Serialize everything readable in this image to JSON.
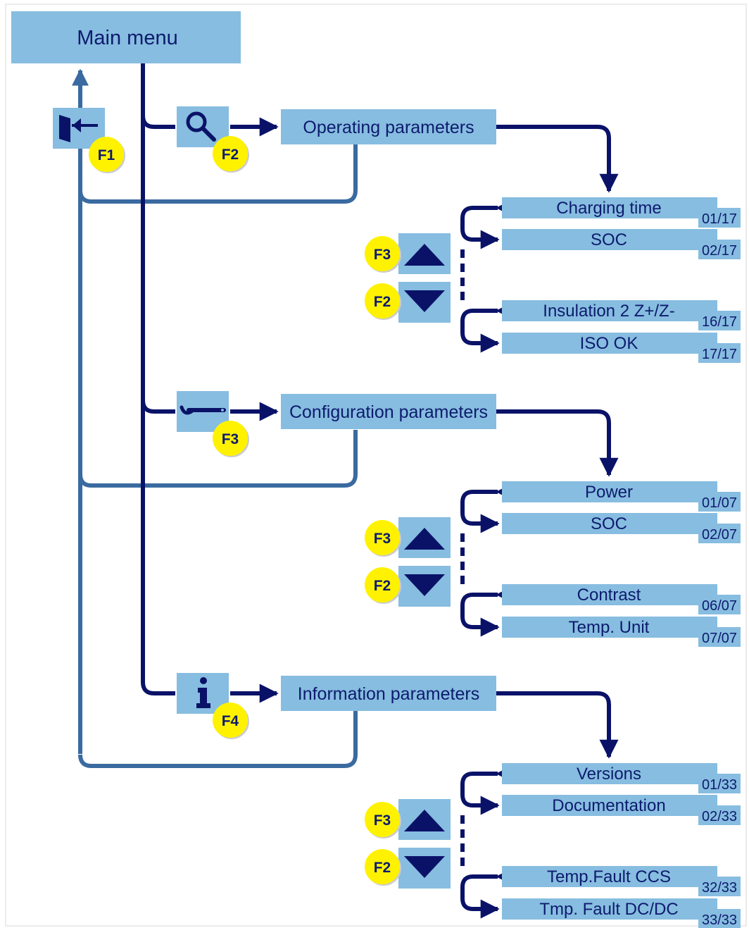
{
  "main_menu": {
    "label": "Main menu"
  },
  "exit_key": {
    "badge": "F1",
    "icon": "exit-door-icon"
  },
  "sections": [
    {
      "id": "operating",
      "title": "Operating parameters",
      "key": "F2",
      "icon": "magnifier-icon",
      "up_key": "F3",
      "down_key": "F2",
      "items": [
        {
          "label": "Charging time",
          "index": "01/17"
        },
        {
          "label": "SOC",
          "index": "02/17"
        },
        {
          "label": "Insulation 2 Z+/Z-",
          "index": "16/17"
        },
        {
          "label": "ISO OK",
          "index": "17/17"
        }
      ]
    },
    {
      "id": "configuration",
      "title": "Configuration parameters",
      "key": "F3",
      "icon": "wrench-icon",
      "up_key": "F3",
      "down_key": "F2",
      "items": [
        {
          "label": "Power",
          "index": "01/07"
        },
        {
          "label": "SOC",
          "index": "02/07"
        },
        {
          "label": "Contrast",
          "index": "06/07"
        },
        {
          "label": "Temp. Unit",
          "index": "07/07"
        }
      ]
    },
    {
      "id": "information",
      "title": "Information parameters",
      "key": "F4",
      "icon": "info-icon",
      "up_key": "F3",
      "down_key": "F2",
      "items": [
        {
          "label": "Versions",
          "index": "01/33"
        },
        {
          "label": "Documentation",
          "index": "02/33"
        },
        {
          "label": "Temp.Fault CCS",
          "index": "32/33"
        },
        {
          "label": "Tmp. Fault DC/DC",
          "index": "33/33"
        }
      ]
    }
  ],
  "colors": {
    "box_fill": "#87bde0",
    "text": "#0d1b6e",
    "main_line": "#0a1268",
    "return_line": "#3a6aa0",
    "badge_fill": "#fff200",
    "badge_shadow": "#cccccc"
  }
}
